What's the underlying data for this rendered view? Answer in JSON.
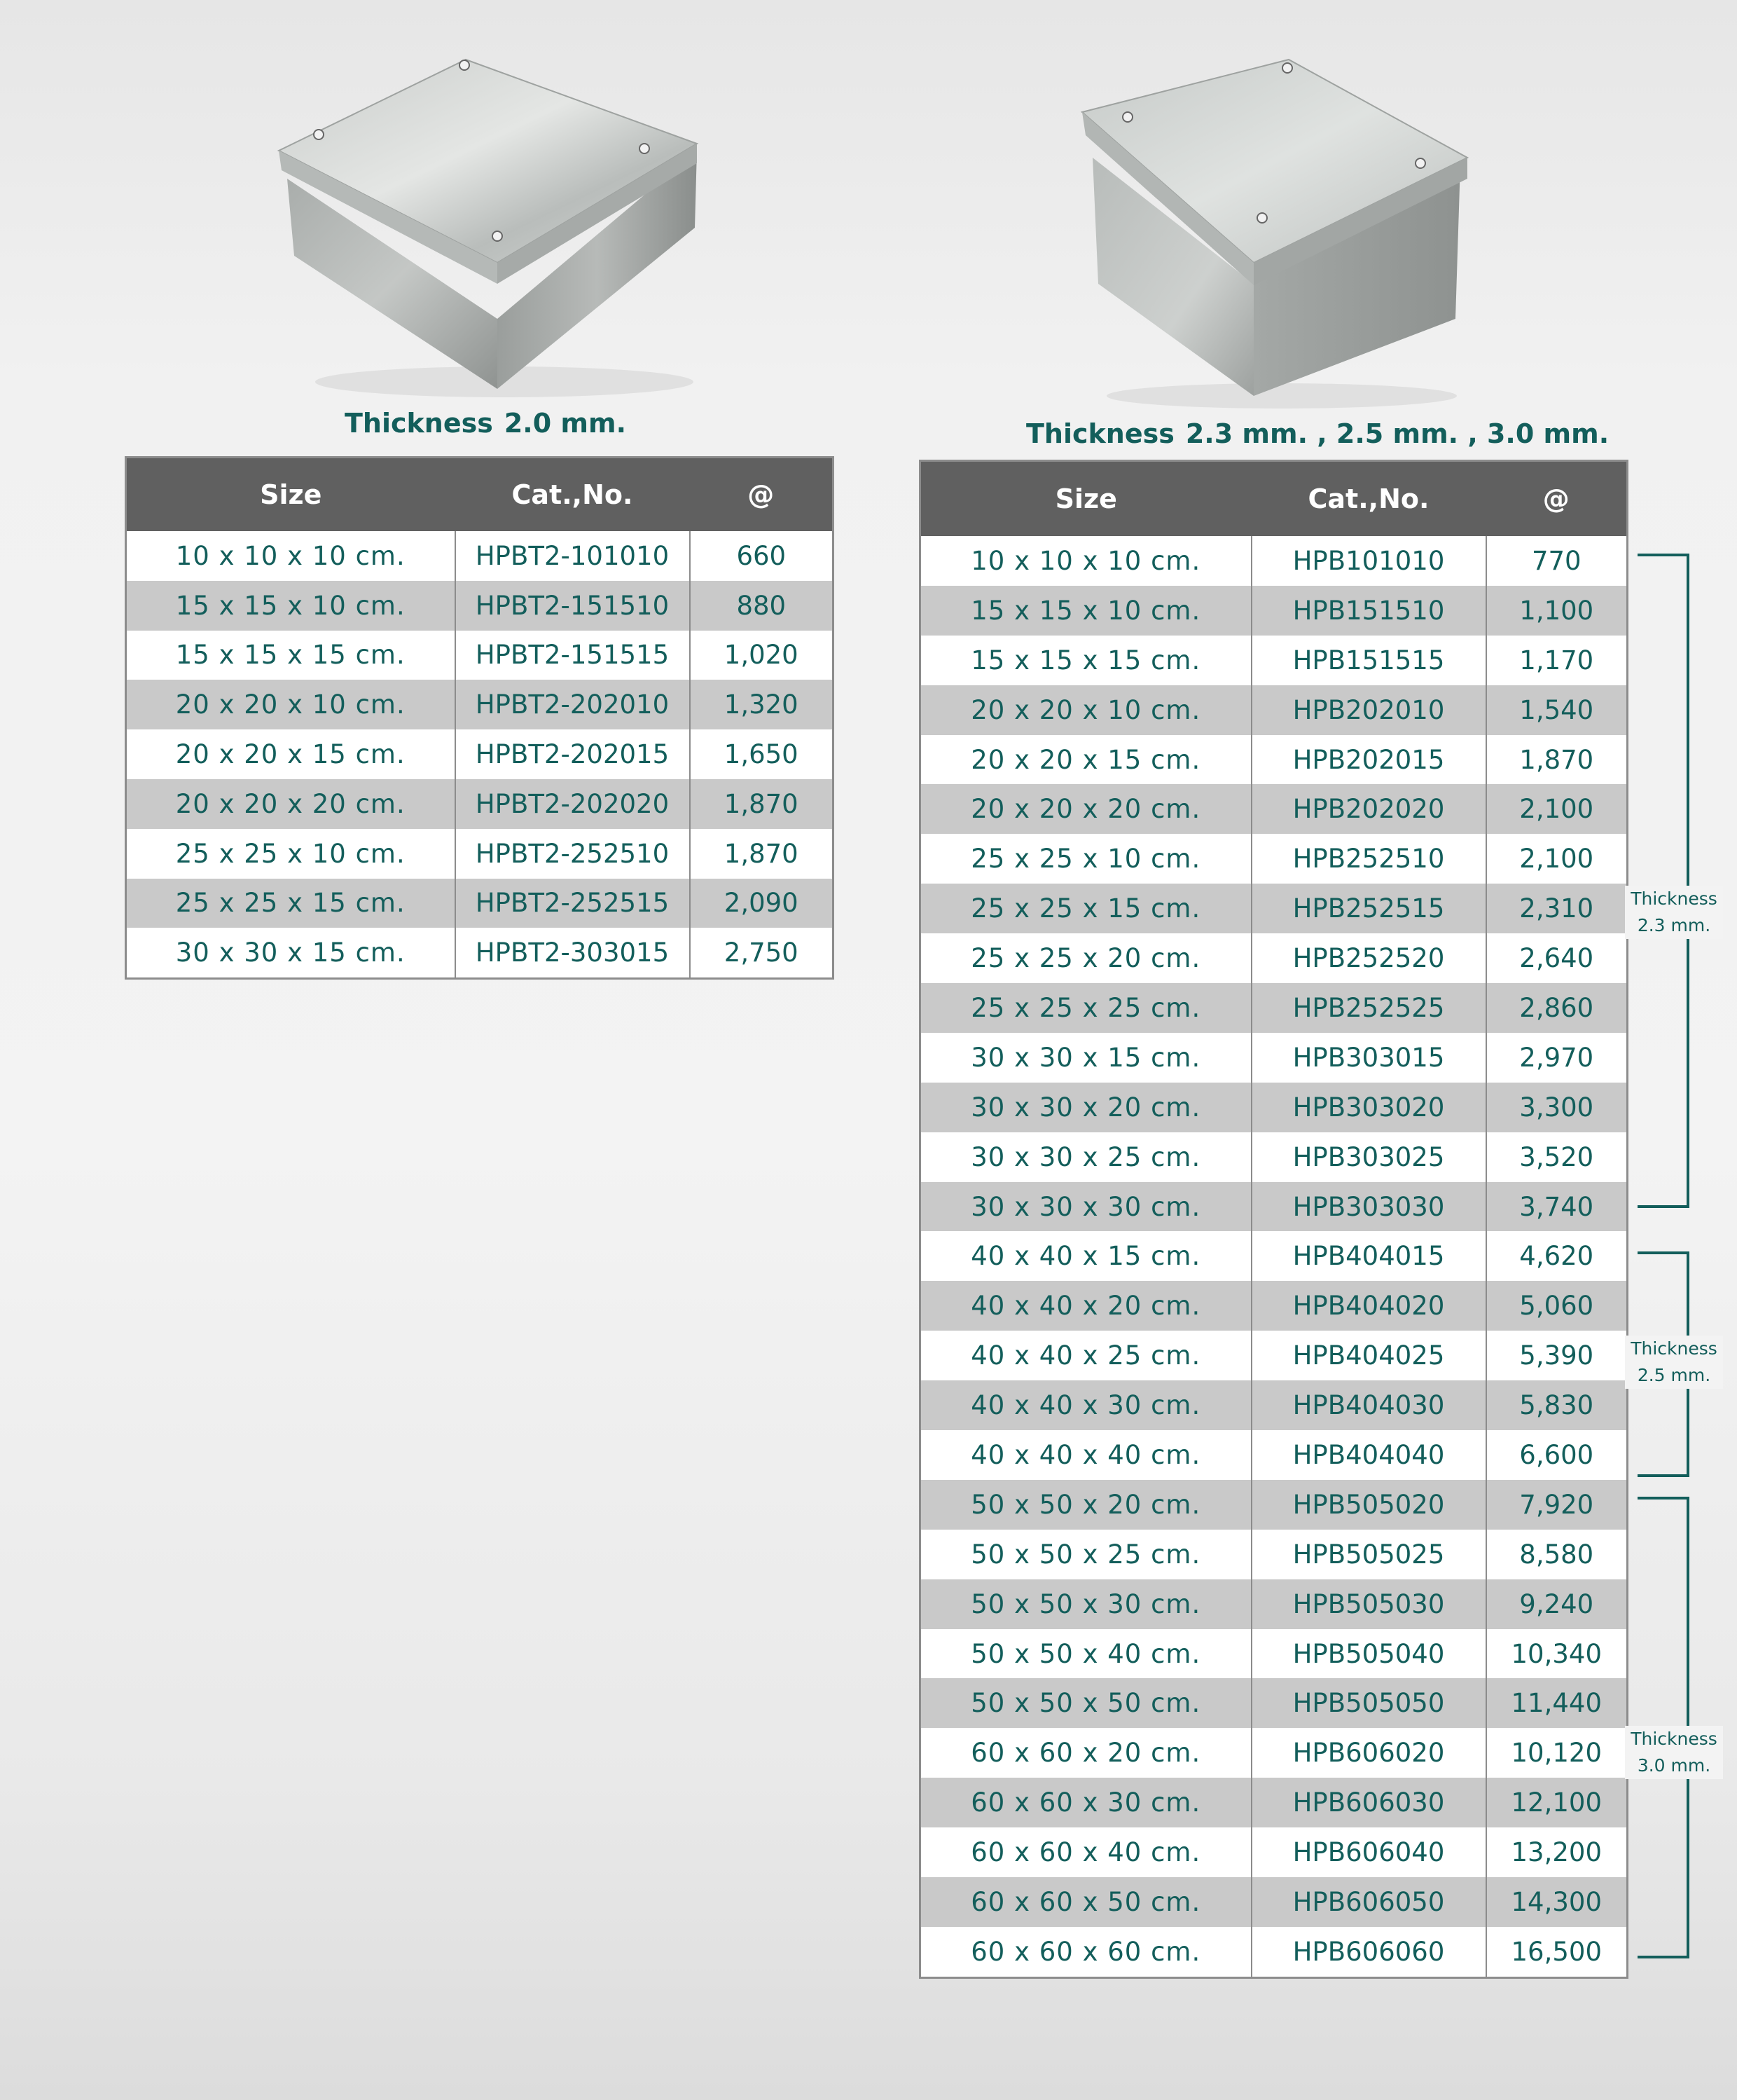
{
  "left_section": {
    "thickness_label": "Thickness",
    "thickness_value": "2.0 mm.",
    "table": {
      "headers": [
        "Size",
        "Cat.,No.",
        "@"
      ],
      "rows": [
        [
          "10 x 10 x 10 cm.",
          "HPBT2-101010",
          "660"
        ],
        [
          "15 x 15 x 10 cm.",
          "HPBT2-151510",
          "880"
        ],
        [
          "15 x 15 x 15 cm.",
          "HPBT2-151515",
          "1,020"
        ],
        [
          "20 x 20 x 10 cm.",
          "HPBT2-202010",
          "1,320"
        ],
        [
          "20 x 20 x 15 cm.",
          "HPBT2-202015",
          "1,650"
        ],
        [
          "20 x 20 x 20 cm.",
          "HPBT2-202020",
          "1,870"
        ],
        [
          "25 x 25 x 10 cm.",
          "HPBT2-252510",
          "1,870"
        ],
        [
          "25 x 25 x 15 cm.",
          "HPBT2-252515",
          "2,090"
        ],
        [
          "30 x 30 x 15 cm.",
          "HPBT2-303015",
          "2,750"
        ]
      ]
    }
  },
  "right_section": {
    "thickness_label": "Thickness",
    "thickness_value": "2.3 mm. , 2.5 mm. , 3.0 mm.",
    "table": {
      "headers": [
        "Size",
        "Cat.,No.",
        "@"
      ],
      "rows": [
        [
          "10 x 10 x 10 cm.",
          "HPB101010",
          "770"
        ],
        [
          "15 x 15 x 10 cm.",
          "HPB151510",
          "1,100"
        ],
        [
          "15 x 15 x 15 cm.",
          "HPB151515",
          "1,170"
        ],
        [
          "20 x 20 x 10 cm.",
          "HPB202010",
          "1,540"
        ],
        [
          "20 x 20 x 15 cm.",
          "HPB202015",
          "1,870"
        ],
        [
          "20 x 20 x 20 cm.",
          "HPB202020",
          "2,100"
        ],
        [
          "25 x 25 x 10 cm.",
          "HPB252510",
          "2,100"
        ],
        [
          "25 x 25 x 15 cm.",
          "HPB252515",
          "2,310"
        ],
        [
          "25 x 25 x 20 cm.",
          "HPB252520",
          "2,640"
        ],
        [
          "25 x 25 x 25 cm.",
          "HPB252525",
          "2,860"
        ],
        [
          "30 x 30 x 15 cm.",
          "HPB303015",
          "2,970"
        ],
        [
          "30 x 30 x 20 cm.",
          "HPB303020",
          "3,300"
        ],
        [
          "30 x 30 x 25 cm.",
          "HPB303025",
          "3,520"
        ],
        [
          "30 x 30 x 30 cm.",
          "HPB303030",
          "3,740"
        ],
        [
          "40 x 40 x 15 cm.",
          "HPB404015",
          "4,620"
        ],
        [
          "40 x 40 x 20 cm.",
          "HPB404020",
          "5,060"
        ],
        [
          "40 x 40 x 25 cm.",
          "HPB404025",
          "5,390"
        ],
        [
          "40 x 40 x 30 cm.",
          "HPB404030",
          "5,830"
        ],
        [
          "40 x 40 x 40 cm.",
          "HPB404040",
          "6,600"
        ],
        [
          "50 x 50 x 20 cm.",
          "HPB505020",
          "7,920"
        ],
        [
          "50 x 50 x 25 cm.",
          "HPB505025",
          "8,580"
        ],
        [
          "50 x 50 x 30 cm.",
          "HPB505030",
          "9,240"
        ],
        [
          "50 x 50 x 40 cm.",
          "HPB505040",
          "10,340"
        ],
        [
          "50 x 50 x 50 cm.",
          "HPB505050",
          "11,440"
        ],
        [
          "60 x 60 x 20 cm.",
          "HPB606020",
          "10,120"
        ],
        [
          "60 x 60 x 30 cm.",
          "HPB606030",
          "12,100"
        ],
        [
          "60 x 60 x 40 cm.",
          "HPB606040",
          "13,200"
        ],
        [
          "60 x 60 x 50 cm.",
          "HPB606050",
          "14,300"
        ],
        [
          "60 x 60 x 60 cm.",
          "HPB606060",
          "16,500"
        ]
      ]
    },
    "brackets": [
      {
        "line1": "Thickness",
        "line2": "2.3 mm."
      },
      {
        "line1": "Thickness",
        "line2": "2.5 mm."
      },
      {
        "line1": "Thickness",
        "line2": "3.0 mm."
      }
    ]
  }
}
